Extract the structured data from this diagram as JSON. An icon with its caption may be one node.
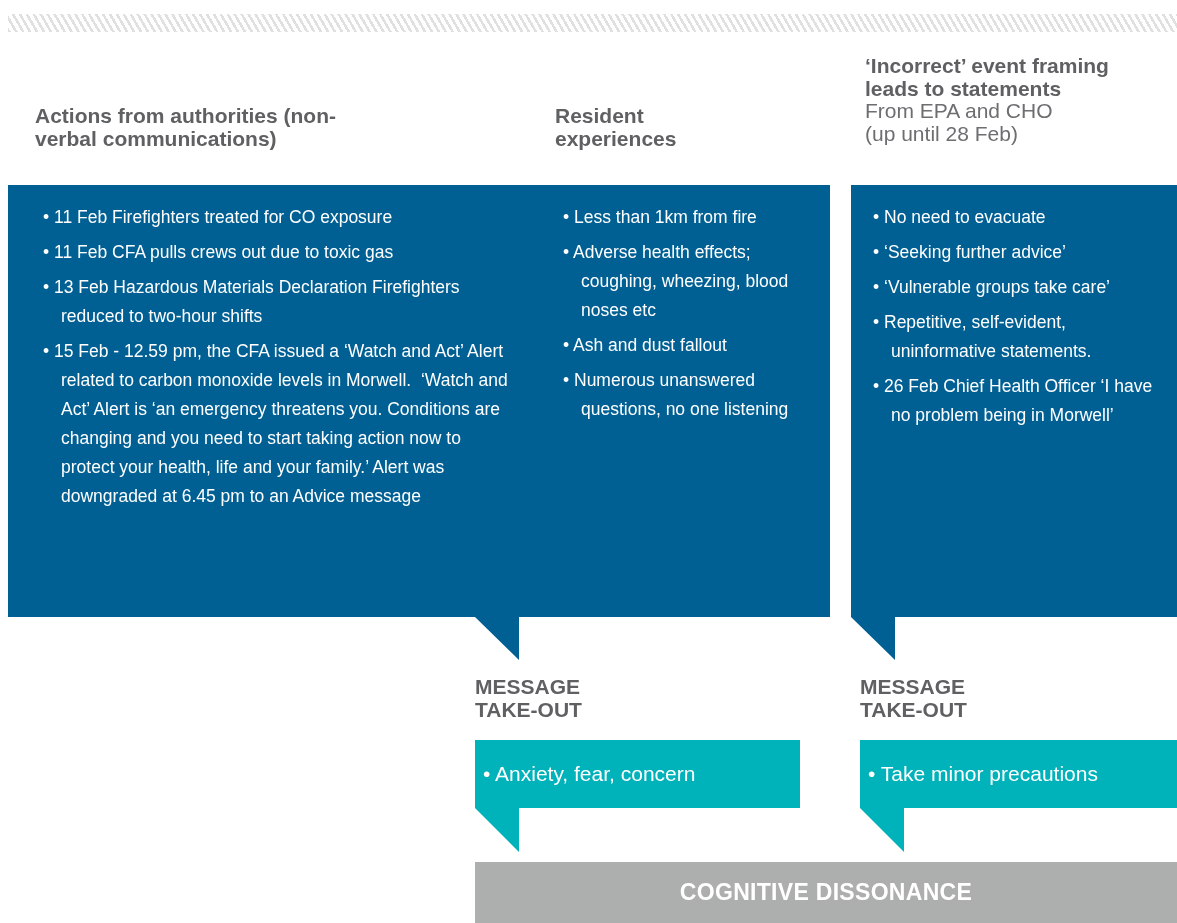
{
  "diagram": {
    "nodes": [
      {
        "text": [],
        "shape": "bar"
      },
      {
        "text": [
          "Actions from authorities (non-verbal communications)",
          "• 11 Feb Firefighters treated for CO exposure",
          "• 11 Feb CFA pulls crews out due to toxic gas",
          "• 13 Feb Hazardous Materials Declaration Firefighters reduced to two-hour shifts",
          "• 15 Feb - 12.59 pm, the CFA issued a ‘Watch and Act’ Alert related to carbon monoxide levels in Morwell.  ‘Watch and Act’ Alert is ‘an emergency threatens you. Conditions are changing and you need to start taking action now to protect your health, life and your family.’ Alert was downgraded at 6.45 pm to an Advice message",
          "Resident experiences",
          "• Less than 1km from fire",
          "• Adverse health effects; coughing, wheezing, blood noses etc",
          "• Ash and dust fallout",
          "• Numerous unanswered questions, no one listening"
        ]
      },
      {
        "text": [
          "‘Incorrect’ event framing leads to statements",
          "From EPA and CHO (up until 28 Feb)",
          "• No need to evacuate",
          "• ‘Seeking further advice’",
          "• ‘Vulnerable groups take care’",
          "• Repetitive, self-evident, uninformative statements.",
          "• 26 Feb Chief Health Officer ‘I have no problem being in Morwell’"
        ]
      },
      {
        "text": [
          "MESSAGE TAKE-OUT",
          "• Anxiety, fear, concern"
        ]
      },
      {
        "text": [
          "MESSAGE TAKE-OUT",
          "• Take minor precautions"
        ]
      },
      {
        "text": [
          "COGNITIVE DISSONANCE"
        ]
      }
    ]
  }
}
